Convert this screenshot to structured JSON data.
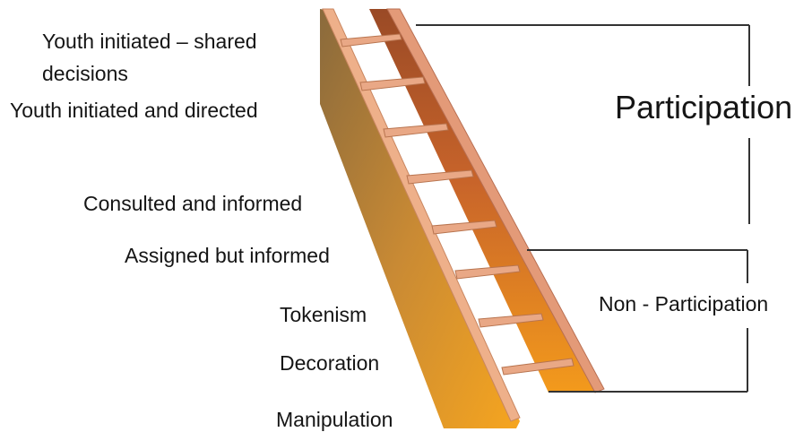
{
  "diagram": {
    "rungs": [
      "Youth initiated – shared decisions",
      "Youth initiated and directed",
      "Consulted and informed",
      "Assigned but informed",
      "Tokenism",
      "Decoration",
      "Manipulation"
    ],
    "groups": {
      "participation": "Participation",
      "non_participation": "Non - Participation"
    },
    "colors": {
      "ladder_side_light": "#f5a623",
      "ladder_side_dark": "#c8742c",
      "ladder_rail": "#e8a57a",
      "rung": "#e7a47c",
      "bracket_line": "#333333"
    }
  }
}
